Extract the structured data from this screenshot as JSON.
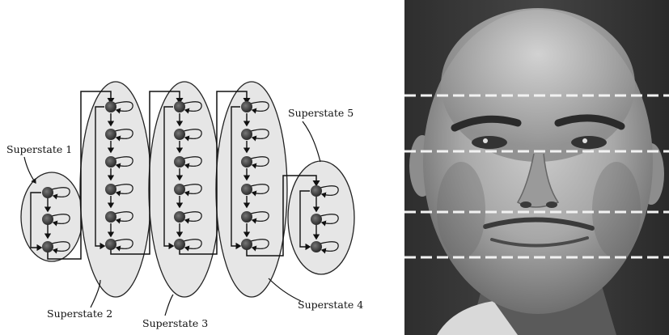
{
  "diagram": {
    "superstates": [
      {
        "label": "Superstate 1",
        "states": 3
      },
      {
        "label": "Superstate 2",
        "states": 6
      },
      {
        "label": "Superstate 3",
        "states": 6
      },
      {
        "label": "Superstate 4",
        "states": 6
      },
      {
        "label": "Superstate 5",
        "states": 3
      }
    ]
  },
  "photo": {
    "subject": "face-photo",
    "band_divider_count": 4
  }
}
